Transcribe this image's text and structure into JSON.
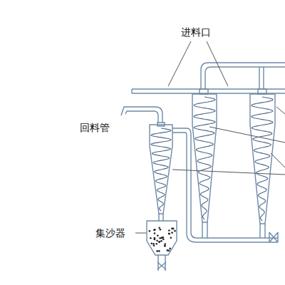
{
  "diagram": {
    "labels": [
      "进料口",
      "回料管",
      "集沙器"
    ]
  }
}
